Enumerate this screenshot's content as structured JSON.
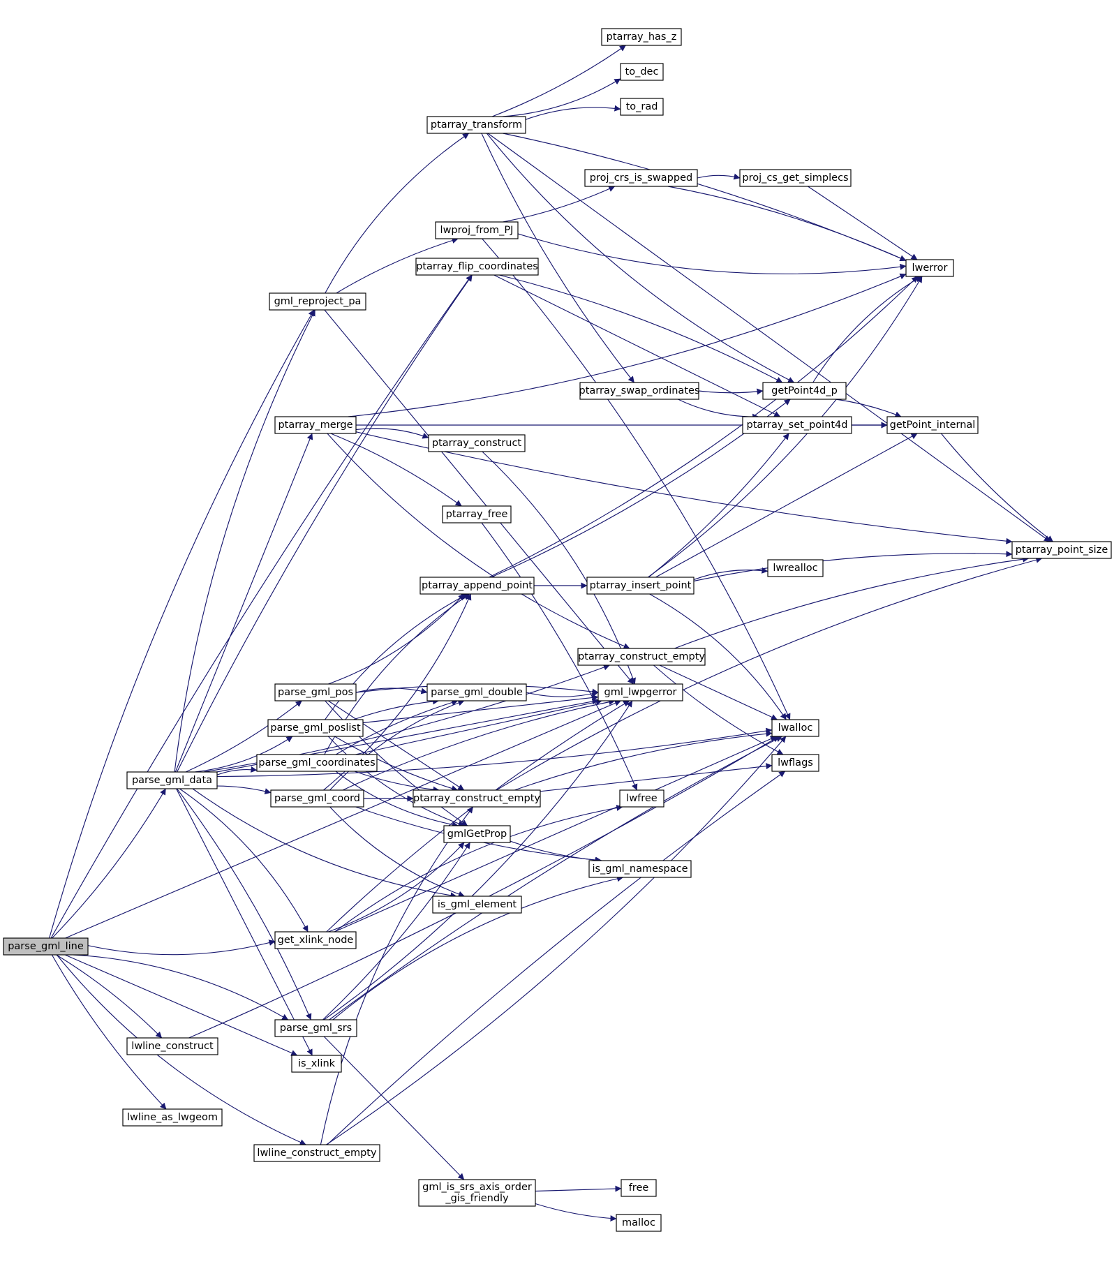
{
  "graph": {
    "root": "parse_gml_line",
    "nodes": [
      {
        "id": "parse_gml_line",
        "label": "parse_gml_line"
      },
      {
        "id": "gml_reproject_pa",
        "label": "gml_reproject_pa"
      },
      {
        "id": "ptarray_transform",
        "label": "ptarray_transform"
      },
      {
        "id": "ptarray_has_z",
        "label": "ptarray_has_z"
      },
      {
        "id": "to_dec",
        "label": "to_dec"
      },
      {
        "id": "to_rad",
        "label": "to_rad"
      },
      {
        "id": "proj_crs_is_swapped",
        "label": "proj_crs_is_swapped"
      },
      {
        "id": "proj_cs_get_simplecs",
        "label": "proj_cs_get_simplecs"
      },
      {
        "id": "lwproj_from_PJ",
        "label": "lwproj_from_PJ"
      },
      {
        "id": "ptarray_flip_coordinates",
        "label": "ptarray_flip_coordinates"
      },
      {
        "id": "lwerror",
        "label": "lwerror"
      },
      {
        "id": "ptarray_swap_ordinates",
        "label": "ptarray_swap_ordinates"
      },
      {
        "id": "getPoint4d_p",
        "label": "getPoint4d_p"
      },
      {
        "id": "ptarray_merge",
        "label": "ptarray_merge"
      },
      {
        "id": "ptarray_set_point4d",
        "label": "ptarray_set_point4d"
      },
      {
        "id": "getPoint_internal",
        "label": "getPoint_internal"
      },
      {
        "id": "ptarray_construct",
        "label": "ptarray_construct"
      },
      {
        "id": "ptarray_free",
        "label": "ptarray_free"
      },
      {
        "id": "ptarray_point_size",
        "label": "ptarray_point_size"
      },
      {
        "id": "lwrealloc",
        "label": "lwrealloc"
      },
      {
        "id": "ptarray_append_point",
        "label": "ptarray_append_point"
      },
      {
        "id": "ptarray_insert_point",
        "label": "ptarray_insert_point"
      },
      {
        "id": "ptarray_construct_empty_a",
        "label": "ptarray_construct_empty"
      },
      {
        "id": "parse_gml_pos",
        "label": "parse_gml_pos"
      },
      {
        "id": "parse_gml_double",
        "label": "parse_gml_double"
      },
      {
        "id": "gml_lwpgerror",
        "label": "gml_lwpgerror"
      },
      {
        "id": "parse_gml_poslist",
        "label": "parse_gml_poslist"
      },
      {
        "id": "lwalloc",
        "label": "lwalloc"
      },
      {
        "id": "parse_gml_coordinates",
        "label": "parse_gml_coordinates"
      },
      {
        "id": "lwflags",
        "label": "lwflags"
      },
      {
        "id": "parse_gml_data",
        "label": "parse_gml_data"
      },
      {
        "id": "parse_gml_coord",
        "label": "parse_gml_coord"
      },
      {
        "id": "ptarray_construct_empty_b",
        "label": "ptarray_construct_empty"
      },
      {
        "id": "lwfree",
        "label": "lwfree"
      },
      {
        "id": "gmlGetProp",
        "label": "gmlGetProp"
      },
      {
        "id": "is_gml_namespace",
        "label": "is_gml_namespace"
      },
      {
        "id": "is_gml_element",
        "label": "is_gml_element"
      },
      {
        "id": "get_xlink_node",
        "label": "get_xlink_node"
      },
      {
        "id": "parse_gml_srs",
        "label": "parse_gml_srs"
      },
      {
        "id": "lwline_construct",
        "label": "lwline_construct"
      },
      {
        "id": "is_xlink",
        "label": "is_xlink"
      },
      {
        "id": "lwline_as_lwgeom",
        "label": "lwline_as_lwgeom"
      },
      {
        "id": "lwline_construct_empty",
        "label": "lwline_construct_empty"
      },
      {
        "id": "gml_is_srs_axis_order_gis_friendly",
        "label": "gml_is_srs_axis_order\n_gis_friendly"
      },
      {
        "id": "free",
        "label": "free"
      },
      {
        "id": "malloc",
        "label": "malloc"
      }
    ],
    "edges": [
      [
        "parse_gml_line",
        "gml_reproject_pa"
      ],
      [
        "parse_gml_line",
        "ptarray_flip_coordinates"
      ],
      [
        "parse_gml_line",
        "gml_lwpgerror"
      ],
      [
        "parse_gml_line",
        "parse_gml_data"
      ],
      [
        "parse_gml_line",
        "get_xlink_node"
      ],
      [
        "parse_gml_line",
        "parse_gml_srs"
      ],
      [
        "parse_gml_line",
        "lwline_construct"
      ],
      [
        "parse_gml_line",
        "is_xlink"
      ],
      [
        "parse_gml_line",
        "lwline_as_lwgeom"
      ],
      [
        "parse_gml_line",
        "lwline_construct_empty"
      ],
      [
        "gml_reproject_pa",
        "ptarray_transform"
      ],
      [
        "gml_reproject_pa",
        "lwproj_from_PJ"
      ],
      [
        "gml_reproject_pa",
        "gml_lwpgerror"
      ],
      [
        "ptarray_transform",
        "ptarray_has_z"
      ],
      [
        "ptarray_transform",
        "to_dec"
      ],
      [
        "ptarray_transform",
        "to_rad"
      ],
      [
        "ptarray_transform",
        "lwerror"
      ],
      [
        "ptarray_transform",
        "ptarray_point_size"
      ],
      [
        "ptarray_transform",
        "ptarray_swap_ordinates"
      ],
      [
        "ptarray_transform",
        "getPoint4d_p"
      ],
      [
        "proj_crs_is_swapped",
        "proj_cs_get_simplecs"
      ],
      [
        "proj_crs_is_swapped",
        "lwerror"
      ],
      [
        "proj_cs_get_simplecs",
        "lwerror"
      ],
      [
        "lwproj_from_PJ",
        "proj_crs_is_swapped"
      ],
      [
        "lwproj_from_PJ",
        "lwerror"
      ],
      [
        "lwproj_from_PJ",
        "lwalloc"
      ],
      [
        "ptarray_flip_coordinates",
        "getPoint4d_p"
      ],
      [
        "ptarray_flip_coordinates",
        "ptarray_set_point4d"
      ],
      [
        "ptarray_swap_ordinates",
        "getPoint4d_p"
      ],
      [
        "ptarray_swap_ordinates",
        "ptarray_set_point4d"
      ],
      [
        "getPoint4d_p",
        "lwerror"
      ],
      [
        "getPoint4d_p",
        "getPoint_internal"
      ],
      [
        "ptarray_set_point4d",
        "getPoint_internal"
      ],
      [
        "getPoint_internal",
        "ptarray_point_size"
      ],
      [
        "ptarray_merge",
        "lwerror"
      ],
      [
        "ptarray_merge",
        "ptarray_construct"
      ],
      [
        "ptarray_merge",
        "ptarray_free"
      ],
      [
        "ptarray_merge",
        "getPoint_internal"
      ],
      [
        "ptarray_merge",
        "ptarray_point_size"
      ],
      [
        "ptarray_merge",
        "ptarray_construct_empty_a"
      ],
      [
        "ptarray_construct",
        "gml_lwpgerror"
      ],
      [
        "ptarray_free",
        "lwfree"
      ],
      [
        "ptarray_append_point",
        "ptarray_insert_point"
      ],
      [
        "ptarray_append_point",
        "getPoint4d_p"
      ],
      [
        "ptarray_append_point",
        "lwerror"
      ],
      [
        "ptarray_insert_point",
        "lwrealloc"
      ],
      [
        "ptarray_insert_point",
        "ptarray_point_size"
      ],
      [
        "ptarray_insert_point",
        "getPoint_internal"
      ],
      [
        "ptarray_insert_point",
        "ptarray_set_point4d"
      ],
      [
        "ptarray_insert_point",
        "lwerror"
      ],
      [
        "ptarray_insert_point",
        "lwalloc"
      ],
      [
        "ptarray_construct_empty_a",
        "ptarray_point_size"
      ],
      [
        "ptarray_construct_empty_a",
        "lwalloc"
      ],
      [
        "ptarray_construct_empty_a",
        "lwflags"
      ],
      [
        "parse_gml_pos",
        "ptarray_append_point"
      ],
      [
        "parse_gml_pos",
        "parse_gml_double"
      ],
      [
        "parse_gml_pos",
        "gml_lwpgerror"
      ],
      [
        "parse_gml_pos",
        "ptarray_construct_empty_b"
      ],
      [
        "parse_gml_pos",
        "gmlGetProp"
      ],
      [
        "parse_gml_double",
        "gml_lwpgerror"
      ],
      [
        "parse_gml_poslist",
        "ptarray_append_point"
      ],
      [
        "parse_gml_poslist",
        "parse_gml_double"
      ],
      [
        "parse_gml_poslist",
        "gml_lwpgerror"
      ],
      [
        "parse_gml_poslist",
        "ptarray_construct_empty_b"
      ],
      [
        "parse_gml_poslist",
        "gmlGetProp"
      ],
      [
        "parse_gml_coordinates",
        "ptarray_append_point"
      ],
      [
        "parse_gml_coordinates",
        "parse_gml_double"
      ],
      [
        "parse_gml_coordinates",
        "gml_lwpgerror"
      ],
      [
        "parse_gml_coordinates",
        "ptarray_construct_empty_b"
      ],
      [
        "parse_gml_coordinates",
        "gmlGetProp"
      ],
      [
        "parse_gml_data",
        "gml_reproject_pa"
      ],
      [
        "parse_gml_data",
        "ptarray_flip_coordinates"
      ],
      [
        "parse_gml_data",
        "ptarray_merge"
      ],
      [
        "parse_gml_data",
        "parse_gml_pos"
      ],
      [
        "parse_gml_data",
        "parse_gml_poslist"
      ],
      [
        "parse_gml_data",
        "parse_gml_coordinates"
      ],
      [
        "parse_gml_data",
        "parse_gml_coord"
      ],
      [
        "parse_gml_data",
        "gml_lwpgerror"
      ],
      [
        "parse_gml_data",
        "ptarray_construct_empty_a"
      ],
      [
        "parse_gml_data",
        "is_gml_element"
      ],
      [
        "parse_gml_data",
        "get_xlink_node"
      ],
      [
        "parse_gml_data",
        "parse_gml_srs"
      ],
      [
        "parse_gml_data",
        "is_xlink"
      ],
      [
        "parse_gml_data",
        "lwalloc"
      ],
      [
        "parse_gml_coord",
        "ptarray_append_point"
      ],
      [
        "parse_gml_coord",
        "parse_gml_double"
      ],
      [
        "parse_gml_coord",
        "gml_lwpgerror"
      ],
      [
        "parse_gml_coord",
        "ptarray_construct_empty_b"
      ],
      [
        "parse_gml_coord",
        "is_gml_namespace"
      ],
      [
        "parse_gml_coord",
        "is_gml_element"
      ],
      [
        "ptarray_construct_empty_b",
        "ptarray_point_size"
      ],
      [
        "ptarray_construct_empty_b",
        "lwalloc"
      ],
      [
        "ptarray_construct_empty_b",
        "lwflags"
      ],
      [
        "gmlGetProp",
        "is_gml_namespace"
      ],
      [
        "get_xlink_node",
        "gmlGetProp"
      ],
      [
        "get_xlink_node",
        "lwfree"
      ],
      [
        "get_xlink_node",
        "gml_lwpgerror"
      ],
      [
        "get_xlink_node",
        "lwalloc"
      ],
      [
        "parse_gml_srs",
        "gmlGetProp"
      ],
      [
        "parse_gml_srs",
        "gml_lwpgerror"
      ],
      [
        "parse_gml_srs",
        "is_gml_namespace"
      ],
      [
        "parse_gml_srs",
        "lwalloc"
      ],
      [
        "parse_gml_srs",
        "gml_is_srs_axis_order_gis_friendly"
      ],
      [
        "lwline_construct",
        "lwalloc"
      ],
      [
        "lwline_construct_empty",
        "lwalloc"
      ],
      [
        "lwline_construct_empty",
        "ptarray_construct_empty_b"
      ],
      [
        "lwline_construct_empty",
        "lwflags"
      ],
      [
        "gml_is_srs_axis_order_gis_friendly",
        "free"
      ],
      [
        "gml_is_srs_axis_order_gis_friendly",
        "malloc"
      ]
    ]
  }
}
